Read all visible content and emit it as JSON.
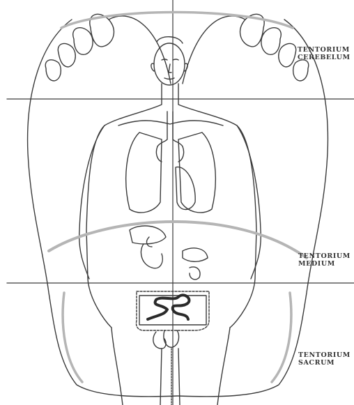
{
  "labels": {
    "cerebelum": {
      "line1": "TENTORIUM",
      "line2": "CEREBELUM"
    },
    "medium": {
      "line1": "TENTORIUM",
      "line2": "MEDIUM"
    },
    "sacrum": {
      "line1": "TENTORIUM",
      "line2": "SACRUM"
    }
  },
  "colors": {
    "line": "#3a3a3a",
    "thick_arc": "#b5b5b5",
    "intestine": "#2a2a2a"
  }
}
